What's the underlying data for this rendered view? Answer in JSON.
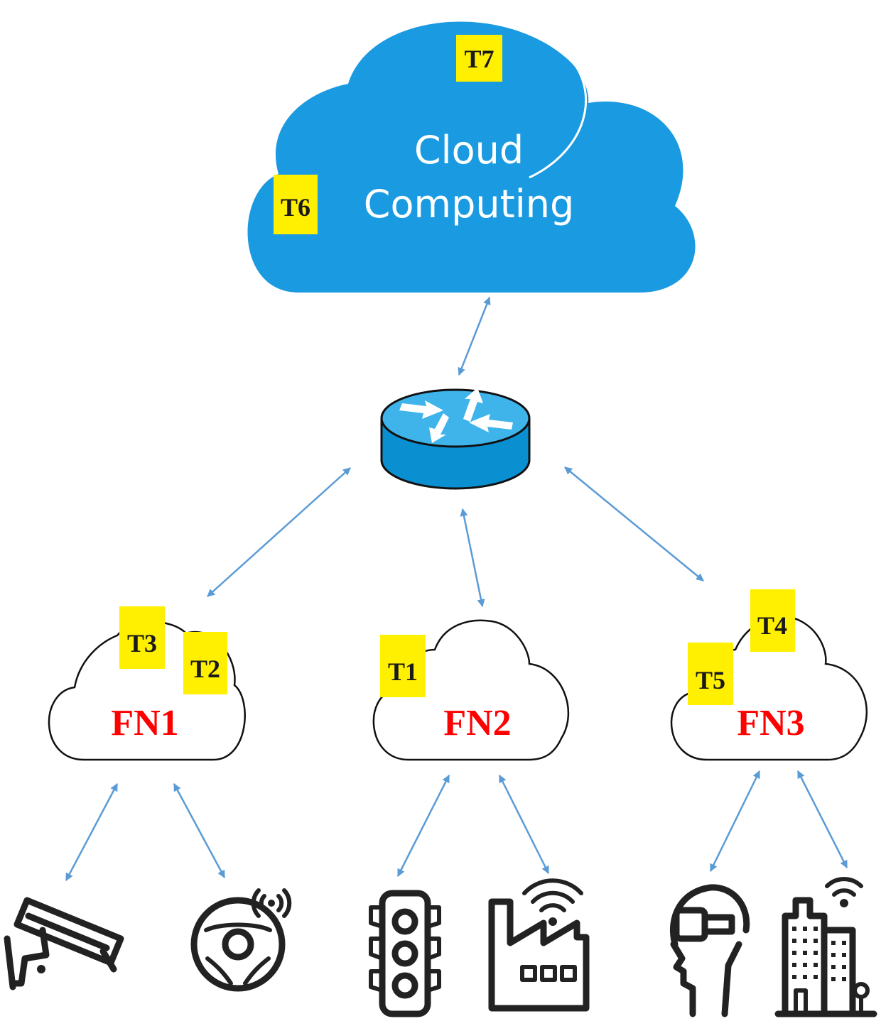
{
  "cloud": {
    "line1": "Cloud",
    "line2": "Computing",
    "fill_color": "#1a9ae0",
    "tasks": [
      "T7",
      "T6"
    ]
  },
  "router": {
    "icon": "router-icon",
    "color": "#0a8fd0"
  },
  "fog_nodes": [
    {
      "label": "FN1",
      "tasks": [
        "T3",
        "T2"
      ],
      "devices": [
        "cctv-camera-icon",
        "smart-steering-wheel-icon"
      ]
    },
    {
      "label": "FN2",
      "tasks": [
        "T1"
      ],
      "devices": [
        "traffic-light-icon",
        "smart-factory-icon"
      ]
    },
    {
      "label": "FN3",
      "tasks": [
        "T4",
        "T5"
      ],
      "devices": [
        "vr-headset-icon",
        "smart-building-icon"
      ]
    }
  ],
  "colors": {
    "arrow": "#5b9bd5",
    "task_tag": "#ffef00",
    "fog_label": "#ff0000"
  }
}
